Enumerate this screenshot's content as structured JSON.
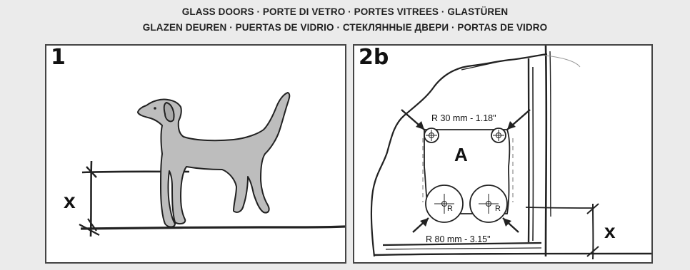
{
  "header": {
    "line1": "GLASS DOORS · PORTE DI VETRO · PORTES VITREES · GLASTÜREN",
    "line2": "GLAZEN DEUREN · PUERTAS DE VIDRIO · СТЕКЛЯННЫЕ ДВЕРИ · PORTAS DE VIDRO"
  },
  "panel1": {
    "number": "1",
    "height_marker": "x"
  },
  "panel2": {
    "number": "2b",
    "dim_top": "R 30 mm - 1.18\"",
    "dim_bottom": "R 80 mm - 3.15\"",
    "area_label": "A",
    "radius_mark": "R",
    "height_marker": "x"
  },
  "colors": {
    "dog_fill": "#bdbdbd",
    "line": "#222222",
    "background": "#ebebeb"
  }
}
